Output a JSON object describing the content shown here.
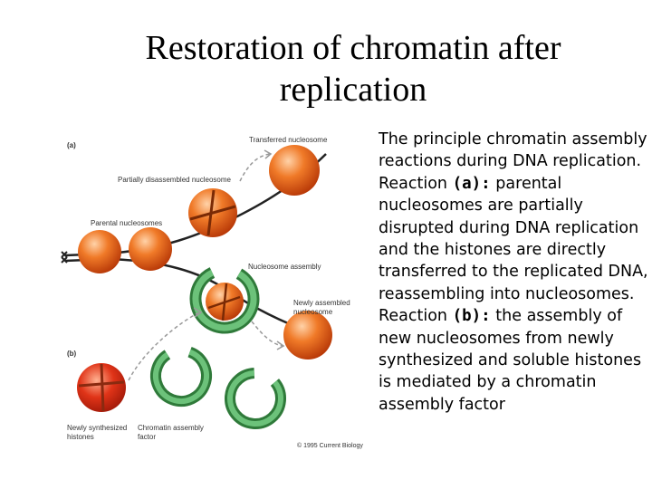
{
  "slide": {
    "title_line1": "Restoration of chromatin after",
    "title_line2": "replication"
  },
  "figure": {
    "panel_a": "(a)",
    "panel_b": "(b)",
    "transferred_nucleosome": "Transferred nucleosome",
    "partially_disassembled": "Partially disassembled nucleosome",
    "parental_nucleosomes": "Parental nucleosomes",
    "nucleosome_assembly": "Nucleosome assembly",
    "newly_assembled_1": "Newly assembled",
    "newly_assembled_2": "nucleosome",
    "newly_synthesized_1": "Newly synthesized",
    "newly_synthesized_2": "histones",
    "chromatin_factor_1": "Chromatin assembly",
    "chromatin_factor_2": "factor",
    "copyright": "© 1995 Current Biology",
    "colors": {
      "histone": "#f07a28",
      "histone_dark": "#c23e0a",
      "assembly_factor": "#4ea55a",
      "dna": "#222222"
    }
  },
  "text": {
    "p1": "The principle chromatin assembly reactions during DNA replication. Reaction ",
    "a_label": "(a):",
    "p2": " parental nucleosomes are partially disrupted during DNA replication and the histones are directly transferred to the replicated DNA, reassembling into nucleosomes. Reaction ",
    "b_label": "(b):",
    "p3": " the assembly of new nucleosomes from newly synthesized and soluble histones is mediated by a chromatin assembly factor"
  }
}
